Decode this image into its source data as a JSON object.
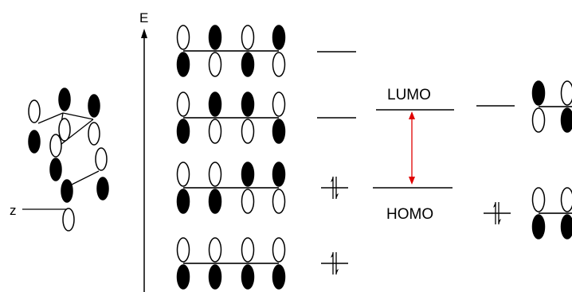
{
  "labels": {
    "energy_axis": "E",
    "z_axis": "z",
    "lumo": "LUMO",
    "homo": "HOMO"
  },
  "colors": {
    "ink": "#000000",
    "gap_arrow": "#e00000"
  },
  "orbital_levels": [
    {
      "name": "level-4",
      "occupied": false,
      "top_lobes": [
        "white",
        "black",
        "white",
        "black"
      ]
    },
    {
      "name": "level-3",
      "occupied": false,
      "top_lobes": [
        "white",
        "black",
        "black",
        "white"
      ]
    },
    {
      "name": "level-2",
      "occupied": true,
      "top_lobes": [
        "white",
        "white",
        "black",
        "black"
      ]
    },
    {
      "name": "level-1",
      "occupied": true,
      "top_lobes": [
        "white",
        "white",
        "white",
        "white"
      ]
    }
  ],
  "frontier_right": {
    "lumo_top_lobes": [
      "black",
      "white"
    ],
    "homo_top_lobes": [
      "white",
      "white"
    ]
  }
}
